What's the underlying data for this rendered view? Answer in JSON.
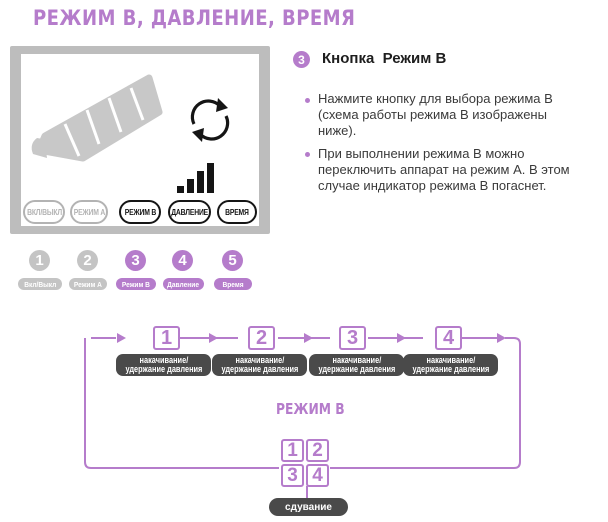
{
  "page": {
    "title": "РЕЖИМ В, ДАВЛЕНИЕ, ВРЕМЯ"
  },
  "device": {
    "buttons": [
      {
        "label": "ВКЛ/ВЫКЛ",
        "state": "inactive"
      },
      {
        "label": "РЕЖИМ А",
        "state": "inactive"
      },
      {
        "label": "РЕЖИМ В",
        "state": "active"
      },
      {
        "label": "ДАВЛЕНИЕ",
        "state": "active"
      },
      {
        "label": "ВРЕМЯ",
        "state": "active"
      }
    ],
    "legend": [
      {
        "num": "1",
        "label": "Вкл/Выкл",
        "color": "gray"
      },
      {
        "num": "2",
        "label": "Режим А",
        "color": "gray"
      },
      {
        "num": "3",
        "label": "Режим В",
        "color": "purple"
      },
      {
        "num": "4",
        "label": "Давление",
        "color": "purple"
      },
      {
        "num": "5",
        "label": "Время",
        "color": "purple"
      }
    ],
    "icons": [
      "leg-cuff-icon",
      "cycle-arrows-icon",
      "signal-bars-icon"
    ]
  },
  "section": {
    "number": "3",
    "title": "Кнопка  Режим В",
    "bullets": [
      "Нажмите кнопку для выбора режима В (схема работы режима В изображены ниже).",
      "При выполнении режима В можно переключить аппарат на режим А. В этом случае индикатор режима В погаснет."
    ]
  },
  "diagram": {
    "title": "РЕЖИМ В",
    "steps": [
      {
        "num": "1",
        "label": "накачивание/\nудержание давления"
      },
      {
        "num": "2",
        "label": "накачивание/\nудержание давления"
      },
      {
        "num": "3",
        "label": "накачивание/\nудержание давления"
      },
      {
        "num": "4",
        "label": "накачивание/\nудержание давления"
      }
    ],
    "combined": [
      "1",
      "2",
      "3",
      "4"
    ],
    "final_label": "сдувание"
  },
  "colors": {
    "accent": "#b57ccb",
    "dark_pill": "#4a4a4a",
    "inactive_gray": "#c4c4c4"
  }
}
